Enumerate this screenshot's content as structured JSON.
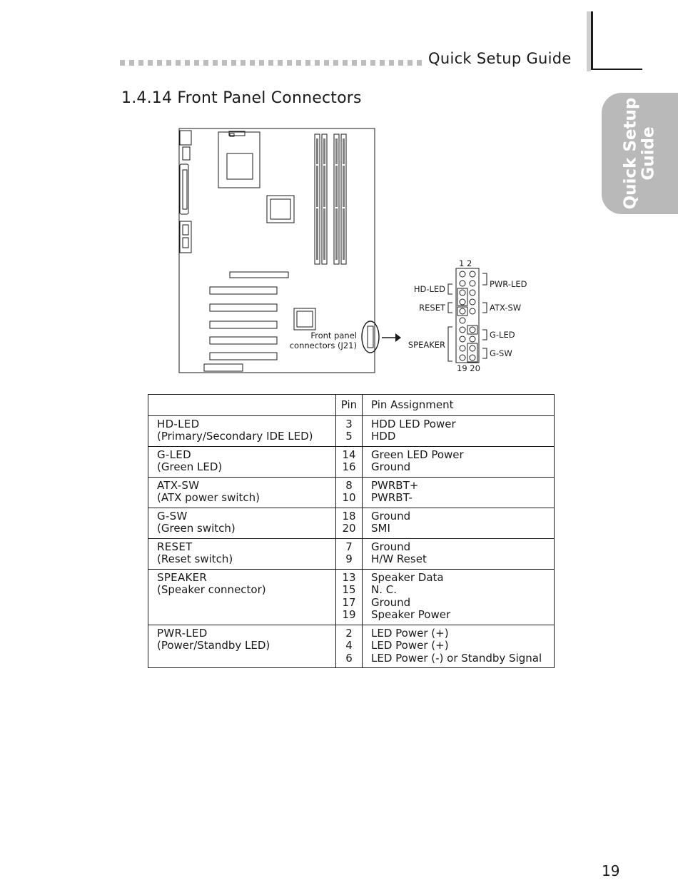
{
  "header": {
    "title": "Quick Setup Guide"
  },
  "side_tab": {
    "line1": "Quick Setup",
    "line2": "Guide"
  },
  "section": {
    "title": "1.4.14  Front Panel Connectors"
  },
  "diagram": {
    "callout": [
      "Front panel",
      "connectors (J21)"
    ],
    "pin_top": "1  2",
    "pin_bottom": "19 20",
    "left_labels": [
      "HD-LED",
      "RESET",
      "SPEAKER"
    ],
    "right_labels": [
      "PWR-LED",
      "ATX-SW",
      "G-LED",
      "G-SW"
    ]
  },
  "table": {
    "headers": [
      "",
      "Pin",
      "Pin  Assignment"
    ],
    "rows": [
      {
        "name": "HD-LED",
        "desc": "(Primary/Secondary  IDE  LED)",
        "pins": [
          "3",
          "5"
        ],
        "assign": [
          "HDD  LED  Power",
          "HDD"
        ]
      },
      {
        "name": "G-LED",
        "desc": "(Green  LED)",
        "pins": [
          "14",
          "16"
        ],
        "assign": [
          "Green  LED  Power",
          "Ground"
        ]
      },
      {
        "name": "ATX-SW",
        "desc": "(ATX  power  switch)",
        "pins": [
          "8",
          "10"
        ],
        "assign": [
          "PWRBT+",
          "PWRBT-"
        ]
      },
      {
        "name": "G-SW",
        "desc": "(Green  switch)",
        "pins": [
          "18",
          "20"
        ],
        "assign": [
          "Ground",
          "SMI"
        ]
      },
      {
        "name": "RESET",
        "desc": "(Reset  switch)",
        "pins": [
          "7",
          "9"
        ],
        "assign": [
          "Ground",
          "H/W  Reset"
        ]
      },
      {
        "name": "SPEAKER",
        "desc": "(Speaker  connector)",
        "pins": [
          "13",
          "15",
          "17",
          "19"
        ],
        "assign": [
          "Speaker  Data",
          "N. C.",
          "Ground",
          "Speaker  Power"
        ]
      },
      {
        "name": "PWR-LED",
        "desc": "(Power/Standby  LED)",
        "pins": [
          "2",
          "4",
          "6"
        ],
        "assign": [
          "LED  Power  (+)",
          "LED  Power  (+)",
          "LED  Power  (-)  or  Standby  Signal"
        ]
      }
    ]
  },
  "page_number": "19"
}
